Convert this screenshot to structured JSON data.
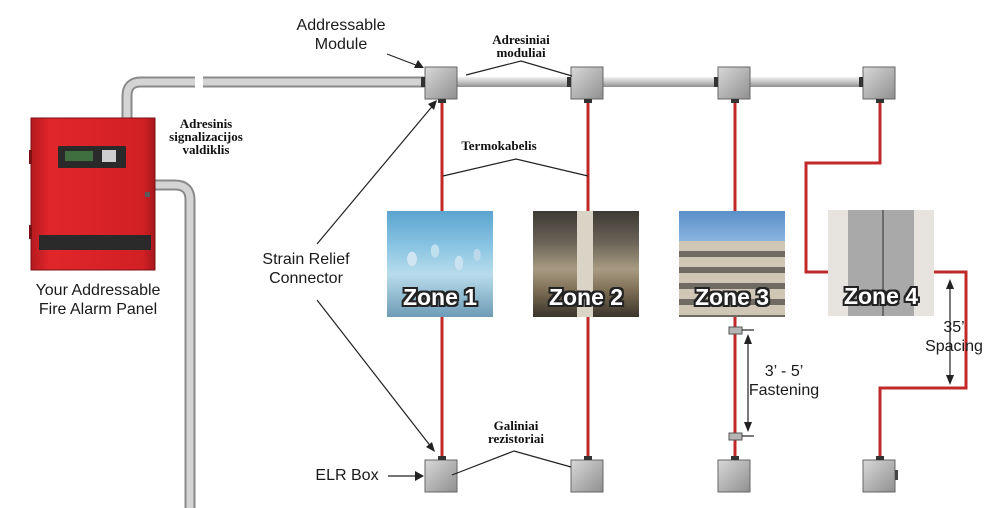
{
  "labels": {
    "addressable_module": [
      "Addressable",
      "Module"
    ],
    "adresiniai_moduliai": [
      "Adresiniai",
      "moduliai"
    ],
    "adresinis_valdiklis": [
      "Adresinis",
      "signalizacijos",
      "valdiklis"
    ],
    "termokabelis": "Termokabelis",
    "strain_relief": [
      "Strain Relief",
      "Connector"
    ],
    "panel_caption": [
      "Your Addressable",
      "Fire Alarm Panel"
    ],
    "elr_box": "ELR Box",
    "galiniai_rezistoriai": [
      "Galiniai",
      "rezistoriai"
    ],
    "fastening": [
      "3’ - 5’",
      "Fastening"
    ],
    "spacing": [
      "35’",
      "Spacing"
    ]
  },
  "zones": [
    {
      "label": "Zone 1",
      "scene": "cleanroom workers"
    },
    {
      "label": "Zone 2",
      "scene": "warehouse aisle"
    },
    {
      "label": "Zone 3",
      "scene": "parking garage"
    },
    {
      "label": "Zone 4",
      "scene": "elevator doors"
    }
  ],
  "colors": {
    "cable_red": "#c0282a",
    "conduit_gray": "#c9c9c9",
    "panel_red": "#d62025",
    "box_gray": "#b9b9b9"
  }
}
